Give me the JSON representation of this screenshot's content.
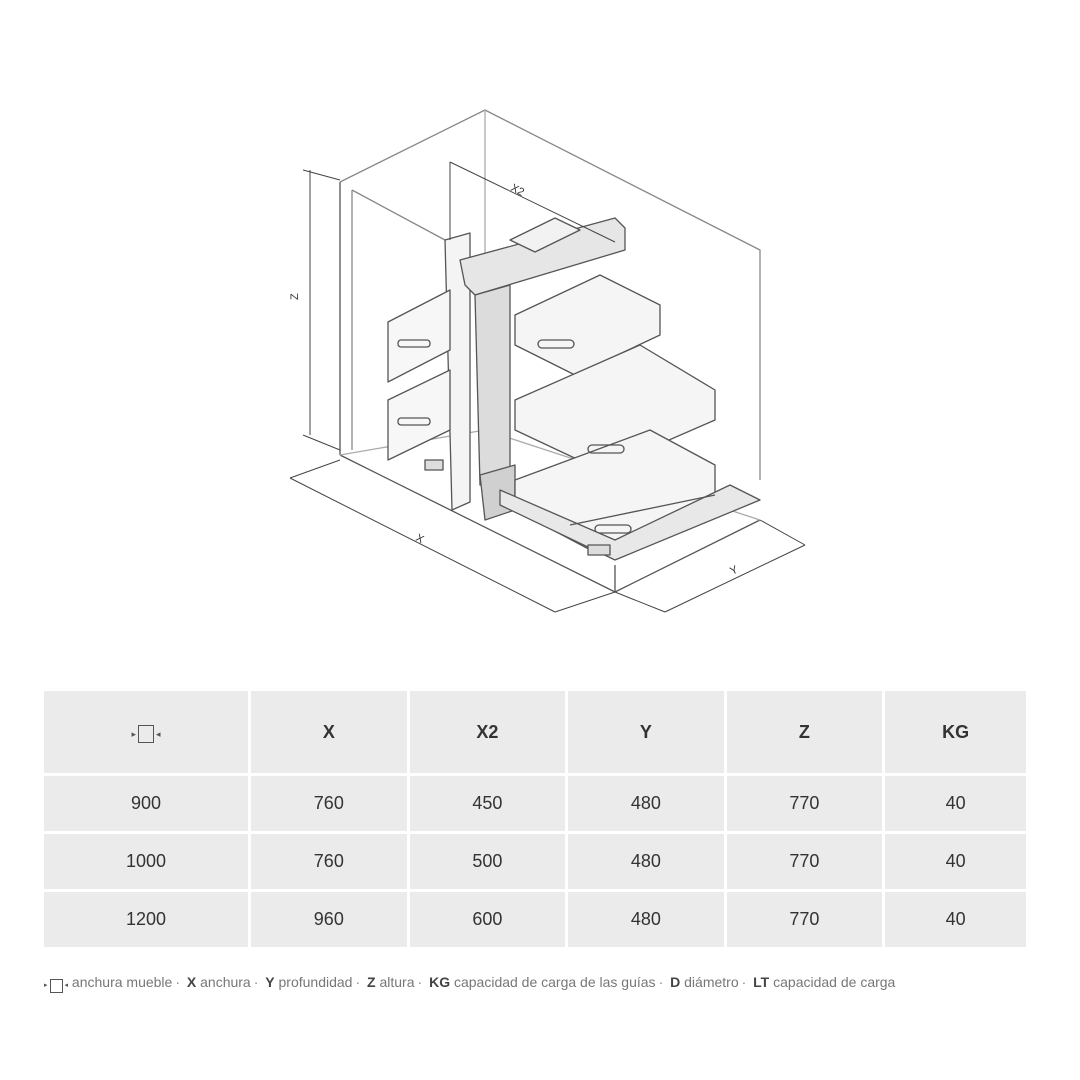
{
  "drawing": {
    "labels": {
      "x": "X",
      "x2": "X2",
      "y": "Y",
      "z": "Z"
    }
  },
  "table": {
    "headers": [
      "",
      "X",
      "X2",
      "Y",
      "Z",
      "KG"
    ],
    "header_icon": "cabinet-width-icon",
    "rows": [
      [
        "900",
        "760",
        "450",
        "480",
        "770",
        "40"
      ],
      [
        "1000",
        "760",
        "500",
        "480",
        "770",
        "40"
      ],
      [
        "1200",
        "960",
        "600",
        "480",
        "770",
        "40"
      ]
    ]
  },
  "legend": {
    "icon": "cabinet-width-icon",
    "items": [
      {
        "key": "",
        "text": "anchura mueble"
      },
      {
        "key": "X",
        "text": "anchura"
      },
      {
        "key": "Y",
        "text": "profundidad"
      },
      {
        "key": "Z",
        "text": "altura"
      },
      {
        "key": "KG",
        "text": "capacidad de carga de las guías"
      },
      {
        "key": "D",
        "text": "diámetro"
      },
      {
        "key": "LT",
        "text": "capacidad de carga"
      }
    ]
  },
  "colors": {
    "cell_bg": "#ebebeb",
    "line": "#555555",
    "text": "#333333"
  }
}
